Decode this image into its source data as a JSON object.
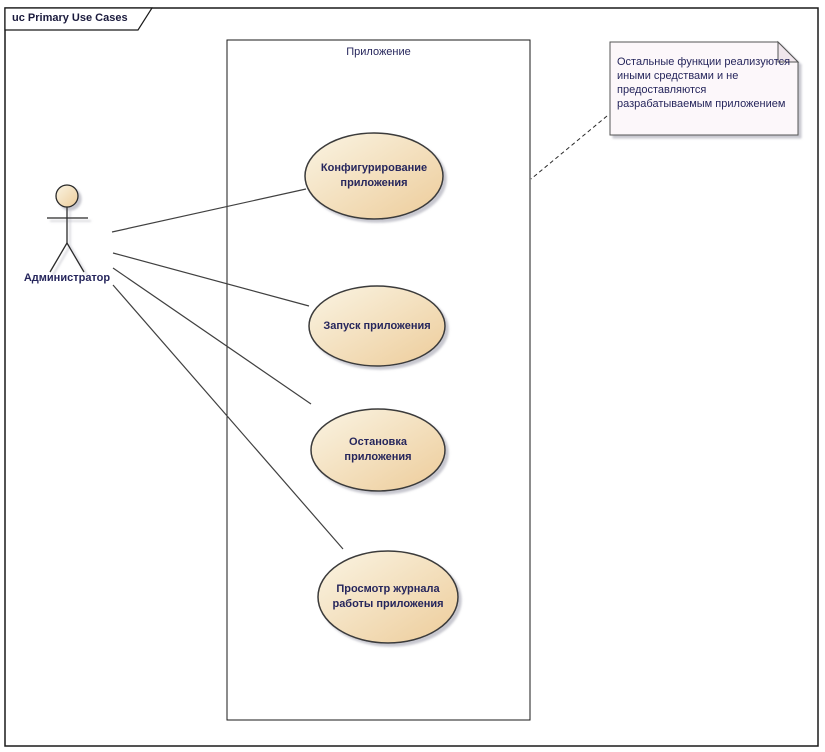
{
  "frame": {
    "title": "uc Primary Use Cases"
  },
  "boundary": {
    "label": "Приложение"
  },
  "actor": {
    "label": "Администратор"
  },
  "usecases": [
    {
      "label": "Конфигурирование\nприложения"
    },
    {
      "label": "Запуск приложения"
    },
    {
      "label": "Остановка\nприложения"
    },
    {
      "label": "Просмотр журнала\nработы приложения"
    }
  ],
  "note": {
    "lines": [
      "Остальные функции реализуются",
      "иными средствами и не",
      "предоставляются",
      "разрабатываемым приложением"
    ]
  },
  "colors": {
    "ellipse_gradient_start": "#FAF4E3",
    "ellipse_gradient_end": "#EDCC9A",
    "note_fill": "#FCF7FA",
    "shape_stroke": "#3a3a3a",
    "line_color": "#404040",
    "text_color": "#26265C"
  }
}
